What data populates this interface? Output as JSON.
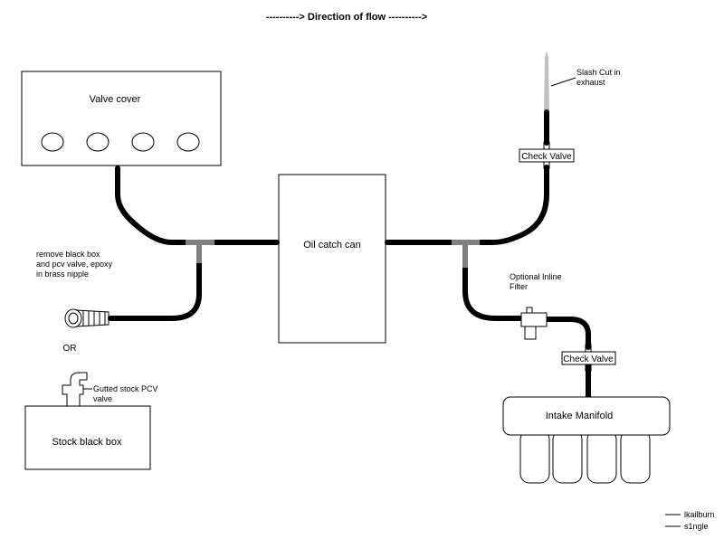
{
  "title": "----------> Direction of flow ---------->",
  "labels": {
    "valve_cover": "Valve cover",
    "oil_catch_can": "Oil catch can",
    "stock_black_box": "Stock black box",
    "intake_manifold": "Intake Manifold",
    "check_valve_top": "Check Valve",
    "check_valve_bottom": "Check Valve",
    "remove_note": [
      "remove black box",
      "and pcv valve, epoxy",
      "in brass nipple"
    ],
    "or": "OR",
    "gutted_pcv": [
      "Gutted stock PCV",
      "valve"
    ],
    "slash_cut": [
      "Slash Cut in",
      "exhaust"
    ],
    "optional_filter": [
      "Optional Inline",
      "Filter"
    ]
  },
  "credits": [
    "lkailburn",
    "s1ngle"
  ],
  "colors": {
    "hose": "#000000",
    "tee": "#808080",
    "exhaust_pipe": "#c0c0c0"
  }
}
